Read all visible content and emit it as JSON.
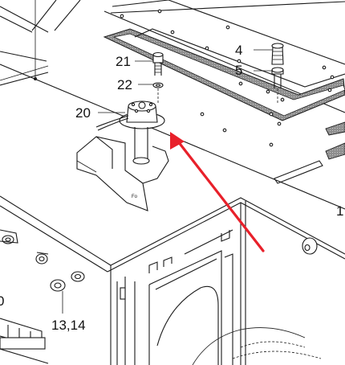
{
  "labels": {
    "l4": "4",
    "l5": "5",
    "l20": "20",
    "l21": "21",
    "l22": "22",
    "l1314": "13,14",
    "l1_partial": "1",
    "l0_partial": "0"
  },
  "colors": {
    "line": "#1a1a1a",
    "gasket": "#9a9a9a",
    "arrow": "#e8202a",
    "background": "#ffffff"
  }
}
